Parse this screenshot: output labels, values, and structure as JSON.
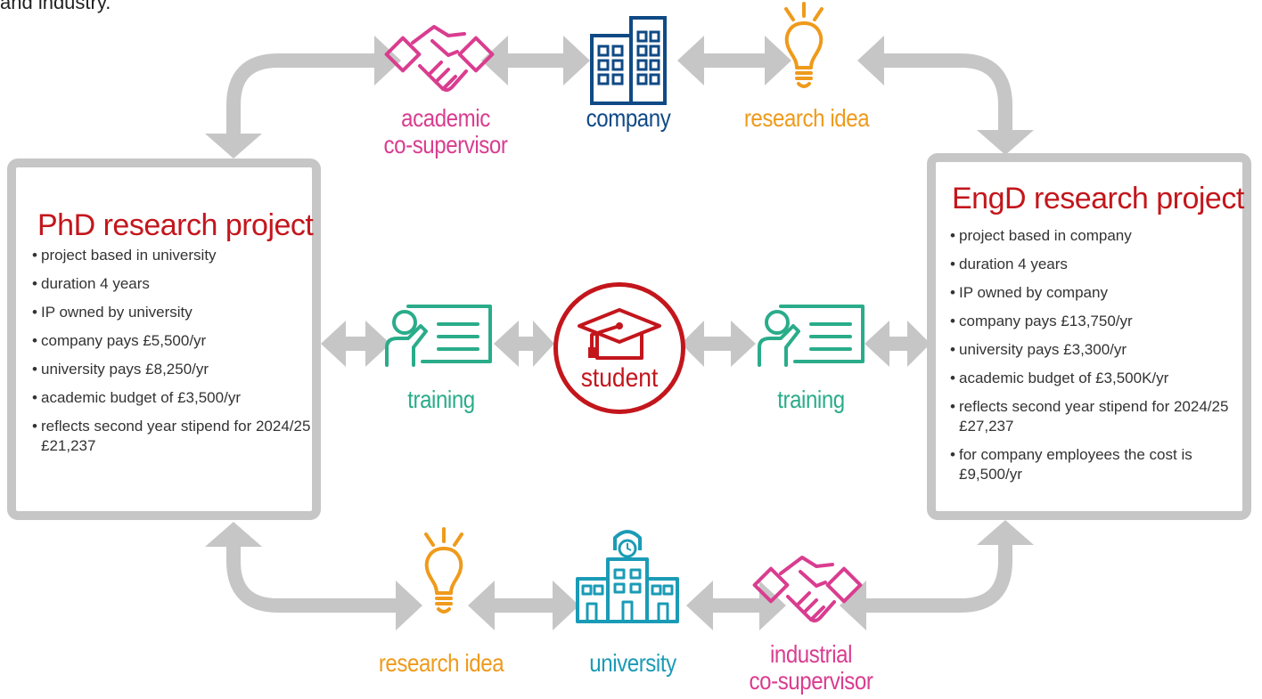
{
  "top_fragment": "and industry.",
  "colors": {
    "connector": "#c6c6c6",
    "title_red": "#c3161c",
    "pink": "#d93d8f",
    "navy": "#0f4a85",
    "orange": "#ef9a1b",
    "teal": "#2aac8a",
    "cyan": "#1a9bb6"
  },
  "phd": {
    "title": "PhD research project",
    "bullets": [
      "project based in university",
      "duration 4 years",
      "IP owned by university",
      "company pays £5,500/yr",
      "university pays £8,250/yr",
      "academic budget of £3,500/yr",
      "reflects second year stipend for 2024/25 £21,237"
    ]
  },
  "engd": {
    "title": "EngD research project",
    "bullets": [
      "project based in company",
      "duration 4 years",
      "IP owned by company",
      "company pays £13,750/yr",
      "university pays £3,300/yr",
      "academic budget of £3,500K/yr",
      "reflects second year stipend for 2024/25 £27,237",
      "for company employees the cost is £9,500/yr"
    ]
  },
  "top_row": {
    "academic_line1": "academic",
    "academic_line2": "co-supervisor",
    "company": "company",
    "idea": "research idea",
    "icons": [
      "handshake-icon",
      "office-building-icon",
      "lightbulb-icon"
    ]
  },
  "middle_row": {
    "training_left": "training",
    "student": "student",
    "training_right": "training",
    "icons": [
      "teacher-board-icon",
      "graduation-cap-icon",
      "teacher-board-icon"
    ]
  },
  "bottom_row": {
    "idea": "research idea",
    "university": "university",
    "industrial_line1": "industrial",
    "industrial_line2": "co-supervisor",
    "icons": [
      "lightbulb-icon",
      "university-building-icon",
      "handshake-icon"
    ]
  }
}
